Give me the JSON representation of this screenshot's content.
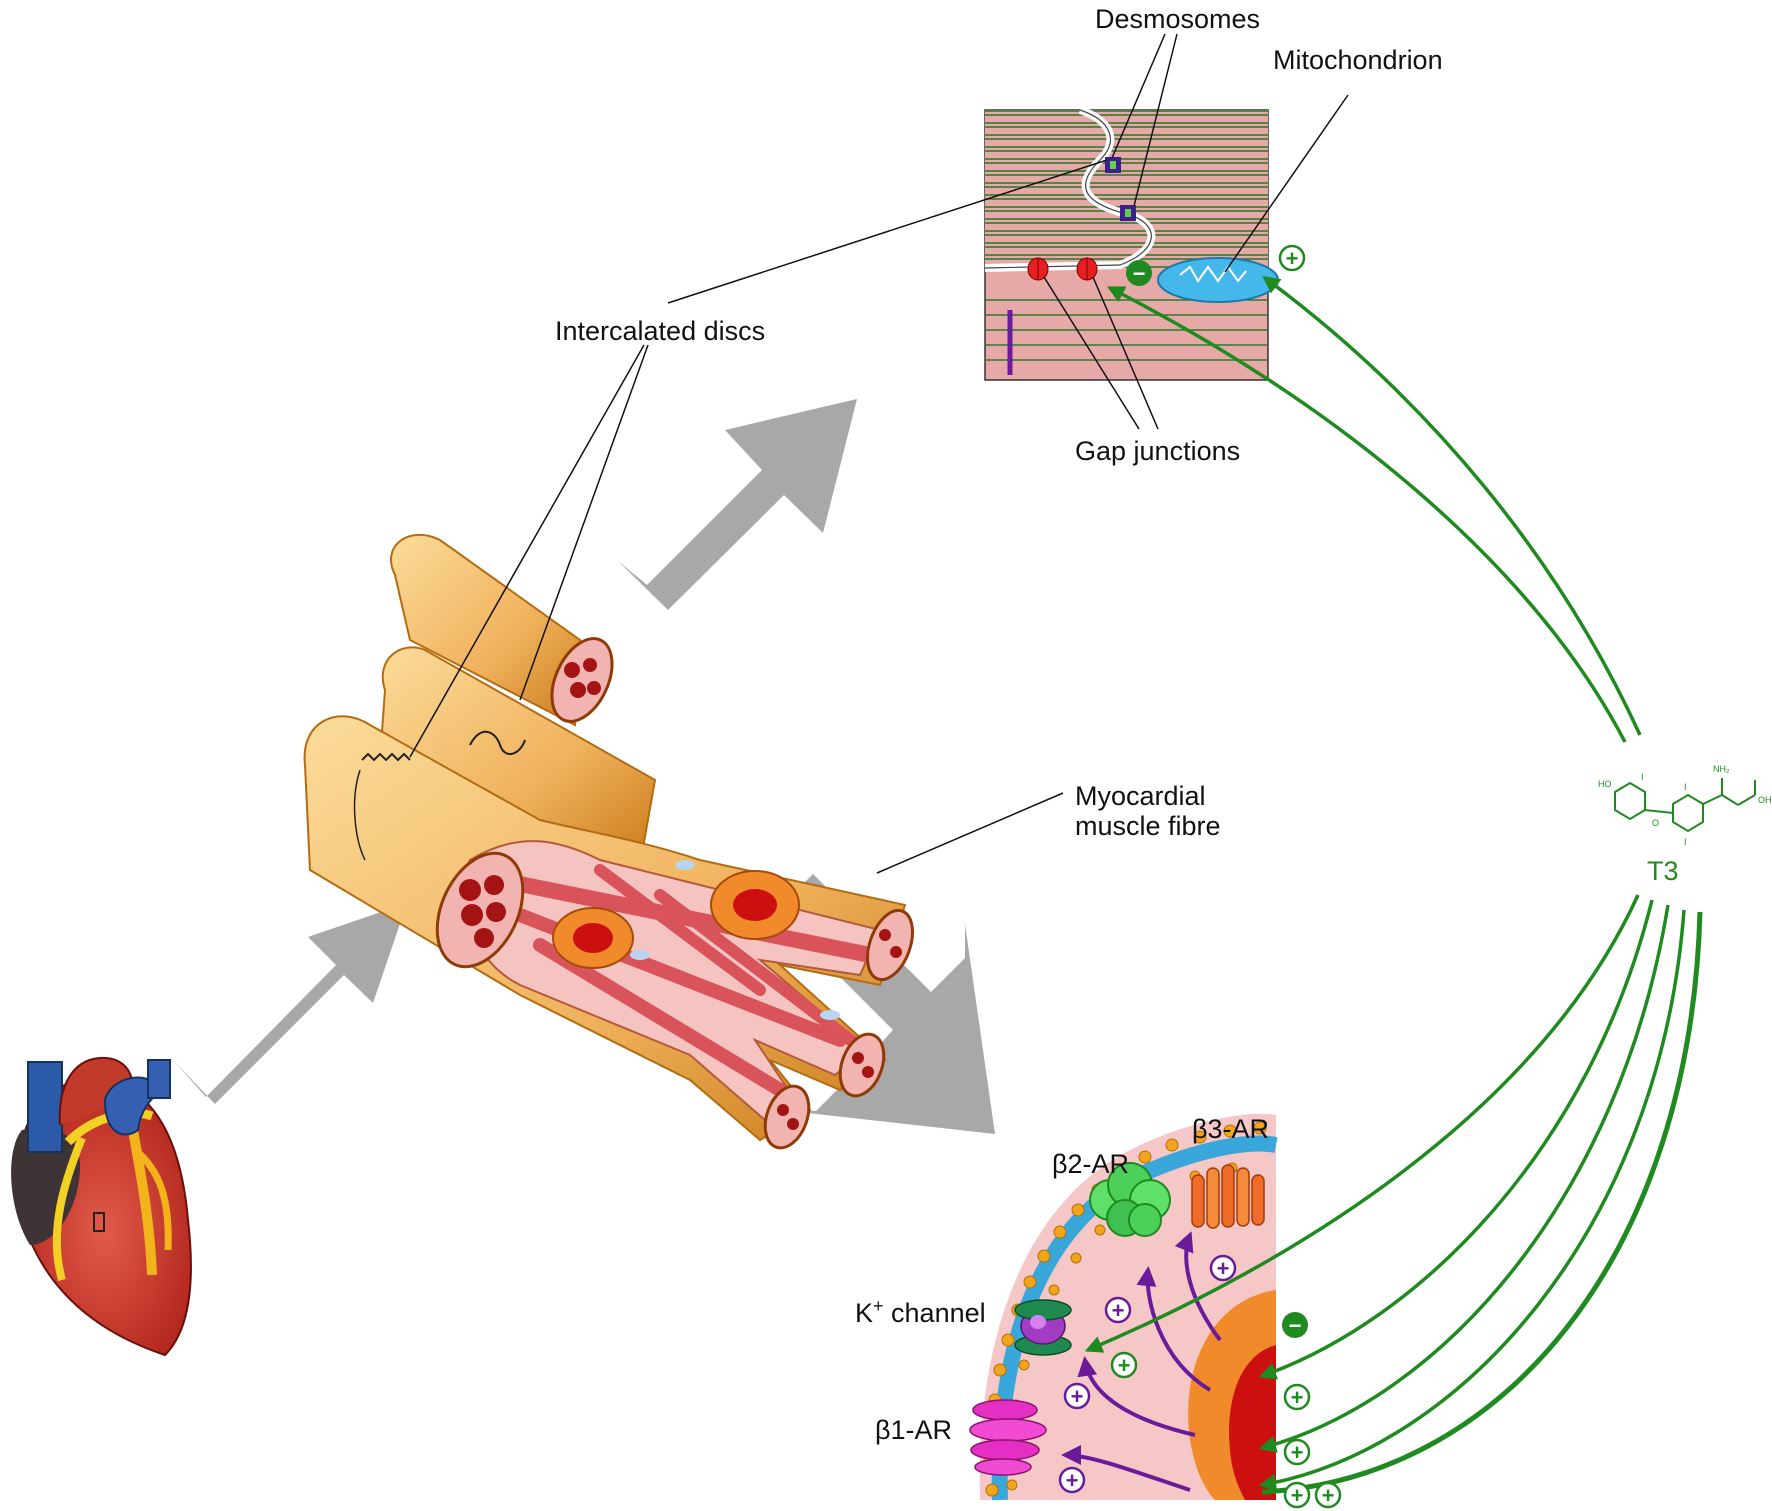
{
  "labels": {
    "desmosomes": "Desmosomes",
    "mitochondrion": "Mitochondrion",
    "intercalated_discs": "Intercalated discs",
    "gap_junctions": "Gap junctions",
    "myocardial_1": "Myocardial",
    "myocardial_2": "muscle fibre",
    "t3": "T3",
    "k_channel_k": "K",
    "k_channel_plus": "+",
    "k_channel_rest": " channel",
    "beta1": "β1-AR",
    "beta2": "β2-AR",
    "beta3": "β3-AR"
  },
  "chem_atoms": {
    "ho": "HO",
    "o": "O",
    "i": "I",
    "nh2": "NH₂",
    "oh": "OH"
  },
  "signs": {
    "plus": "+",
    "minus": "−"
  },
  "colors": {
    "green": "#1f8a1f",
    "purple": "#6a1b9a",
    "gray_arrow": "#a8a8a8",
    "fibre": "#f3b45c",
    "muscle": "#d9535b",
    "tissue_pink": "#e7a9a7"
  }
}
